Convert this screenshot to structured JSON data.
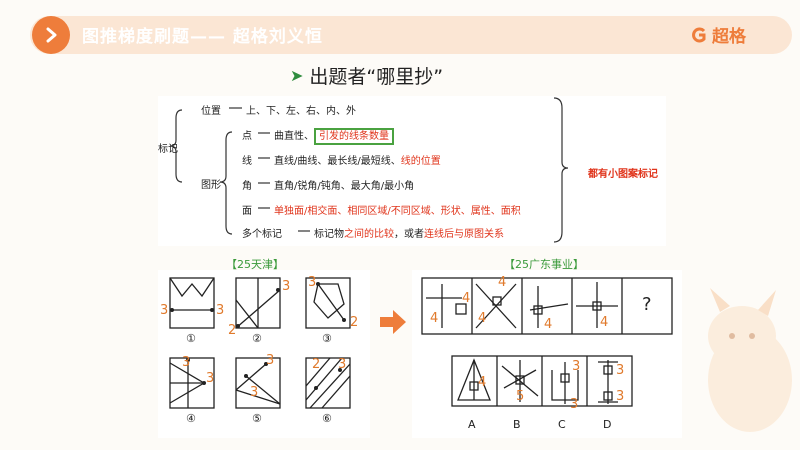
{
  "header": {
    "title": "图推梯度刷题—— 超格刘义恒",
    "logo_text": "超格",
    "accent": "#ee7d3b"
  },
  "subtitle": "出题者“哪里抄”",
  "summary": {
    "root": "标记",
    "position": {
      "label": "位置",
      "text": "上、下、左、右、内、外"
    },
    "shape": {
      "label": "图形"
    },
    "point": {
      "label": "点",
      "text": "曲直性、",
      "highlight": "引发的线条数量"
    },
    "line": {
      "label": "线",
      "text": "直线/曲线、最长线/最短线、",
      "red": "线的位置"
    },
    "angle": {
      "label": "角",
      "text": "直角/锐角/钝角、最大角/最小角"
    },
    "face": {
      "label": "面",
      "red": "单独面/相交面、相同区域/不同区域、形状、属性、面积"
    },
    "multi": {
      "label": "多个标记",
      "text1": "标记物",
      "red1": "之间的比较",
      "text2": "，或者",
      "red2": "连线后与原图关系"
    },
    "side_note": "都有小图案标记"
  },
  "left_panel": {
    "title": "【25天津】",
    "numbers": [
      "①",
      "②",
      "③",
      "④",
      "⑤",
      "⑥"
    ]
  },
  "right_panel": {
    "title": "【25广东事业】",
    "question": "?",
    "options": [
      "A",
      "B",
      "C",
      "D"
    ]
  }
}
